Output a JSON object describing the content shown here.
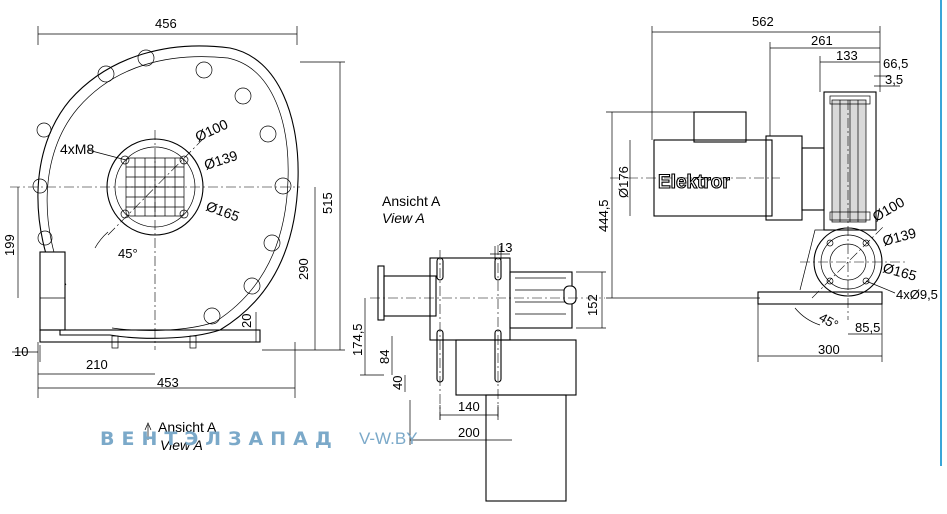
{
  "front_view": {
    "dim_total_width": "456",
    "dim_total_height": "515",
    "dim_inlet_height": "290",
    "dim_center_height": "199",
    "dim_base_width": "453",
    "dim_base_offset": "210",
    "dim_foot_offset": "10",
    "dim_foot_height": "20",
    "label_thread": "4xM8",
    "dia_1": "Ø100",
    "dia_2": "Ø139",
    "dia_3": "Ø165",
    "angle": "45°",
    "arrow_label_de": "Ansicht A",
    "arrow_label_en": "View A"
  },
  "side_view": {
    "label_de": "Ansicht A",
    "label_en": "View A",
    "dim_flange": "13",
    "dim_height_outlet": "152",
    "dim_height_total": "174,5",
    "dim_84": "84",
    "dim_40": "40",
    "dim_140": "140",
    "dim_200": "200"
  },
  "top_view": {
    "brand": "Elektror",
    "dim_length": "562",
    "dim_261": "261",
    "dim_133": "133",
    "dim_66": "66,5",
    "dim_3": "3,5",
    "dim_motor_dia": "Ø176",
    "dim_height": "444,5",
    "dia_1": "Ø100",
    "dia_2": "Ø139",
    "dia_3": "Ø165",
    "holes": "4xØ9,5",
    "dim_85": "85,5",
    "dim_300": "300",
    "angle": "45°"
  },
  "watermark": {
    "brand": "ВЕНТЭЛЗАПАД",
    "site": "V-W.BY"
  },
  "colors": {
    "accent_edge": "#3aa6d8",
    "watermark": "#7ba9c9",
    "line": "#000000"
  }
}
